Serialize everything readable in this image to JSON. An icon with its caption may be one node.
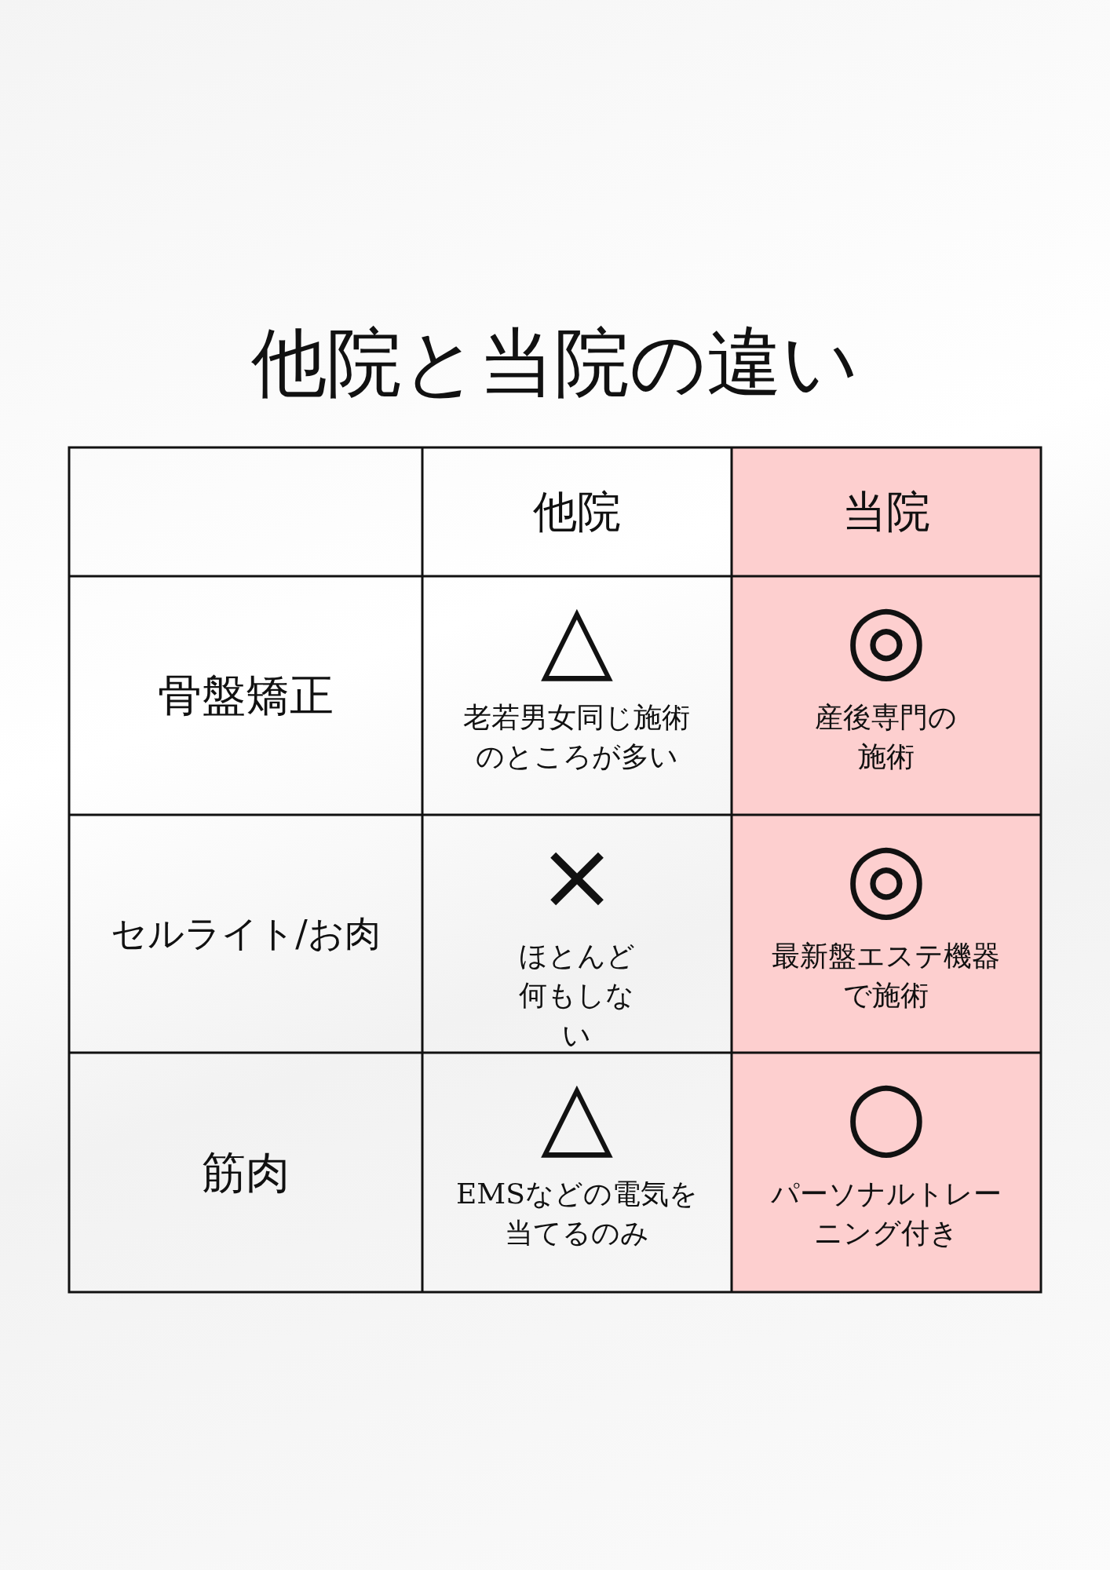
{
  "diagram": {
    "title": "他院と当院の違い",
    "labels": [
      "他院",
      "当院",
      "骨盤矯正",
      "△",
      "老若男女同じ施術のところが多い",
      "◎",
      "産後専門の施術",
      "セルライト/お肉",
      "×",
      "ほとんど何もしない",
      "◎",
      "最新盤エステ機器で施術",
      "筋肉",
      "△",
      "EMSなどの電気を当てるのみ",
      "○",
      "パーソナルトレーニング付き"
    ]
  }
}
